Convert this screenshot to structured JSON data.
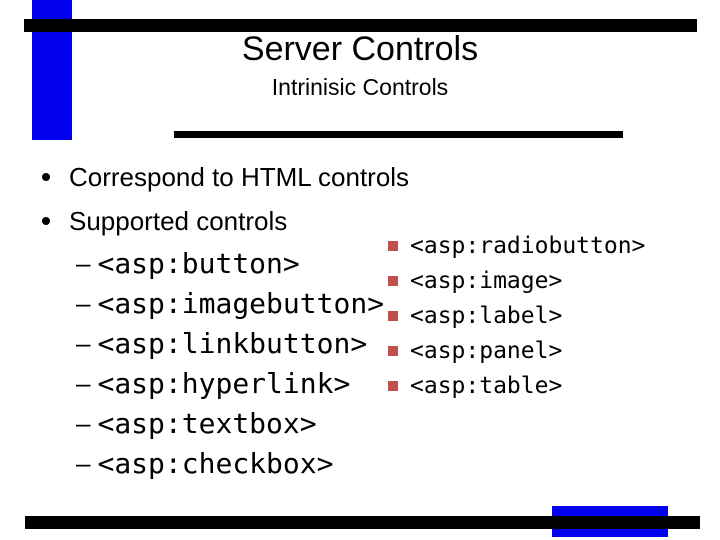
{
  "header": {
    "title": "Server Controls",
    "subtitle": "Intrinisic Controls"
  },
  "bullets": {
    "b1": "Correspond to HTML controls",
    "b2": "Supported controls"
  },
  "markers": {
    "dot": "•",
    "dash": "–"
  },
  "left_controls": [
    "<asp:button>",
    "<asp:imagebutton>",
    "<asp:linkbutton>",
    "<asp:hyperlink>",
    "<asp:textbox>",
    "<asp:checkbox>"
  ],
  "right_controls": [
    "<asp:radiobutton>",
    "<asp:image>",
    "<asp:label>",
    "<asp:panel>",
    "<asp:table>"
  ],
  "colors": {
    "accent_blue": "#0101f0",
    "square_bullet_red": "#c0504d",
    "rule_black": "#000000",
    "text_black": "#000000",
    "background": "#ffffff"
  }
}
